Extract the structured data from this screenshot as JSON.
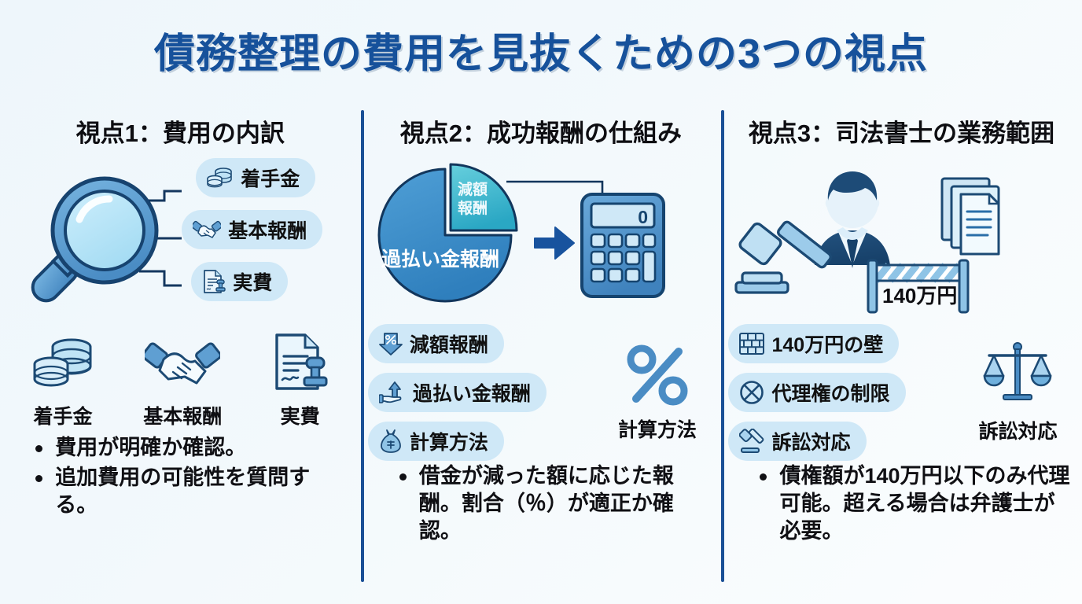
{
  "title": "債務整理の費用を見抜くための3つの視点",
  "theme": {
    "background": "#f2f8fc",
    "title_color": "#16519b",
    "divider_color": "#1a5096",
    "pill_bg": "#cfe8f7",
    "icon_blue": "#4f96cf",
    "icon_dark": "#1c4a74",
    "icon_light": "#bfe3f5",
    "accent_teal": "#3fb9cf"
  },
  "columns": [
    {
      "heading": "視点1：費用の内訳",
      "diagram": {
        "kind": "magnifier-callouts",
        "center_icon": "magnifying-glass-icon",
        "callouts": [
          {
            "label": "着手金",
            "icon": "coins-icon"
          },
          {
            "label": "基本報酬",
            "icon": "handshake-icon"
          },
          {
            "label": "実費",
            "icon": "document-stamp-icon"
          }
        ]
      },
      "icon_row": [
        {
          "label": "着手金",
          "icon": "coins-icon"
        },
        {
          "label": "基本報酬",
          "icon": "handshake-icon"
        },
        {
          "label": "実費",
          "icon": "document-stamp-icon"
        }
      ],
      "bullets": [
        "費用が明確か確認。",
        "追加費用の可能性を質問する。"
      ]
    },
    {
      "heading": "視点2：成功報酬の仕組み",
      "diagram": {
        "kind": "pie-to-calculator",
        "pie_slices": [
          {
            "label": "減額報酬",
            "percent": 25,
            "color": "#3fb9cf",
            "exploded": true
          },
          {
            "label": "過払い金報酬",
            "percent": 75,
            "color": "#3a8fce",
            "exploded": false
          }
        ],
        "arrow": "right-arrow-icon",
        "target_icon": "calculator-icon",
        "calculator_display": "0"
      },
      "pills": [
        {
          "label": "減額報酬",
          "icon": "percent-down-arrow-icon"
        },
        {
          "label": "過払い金報酬",
          "icon": "hand-up-arrow-icon"
        },
        {
          "label": "計算方法",
          "icon": "money-bag-icon"
        }
      ],
      "single_icon": {
        "label": "計算方法",
        "icon": "percent-icon"
      },
      "bullets": [
        "借金が減った額に応じた報酬。割合（％）が適正か確認。"
      ]
    },
    {
      "heading": "視点3：司法書士の業務範囲",
      "diagram": {
        "kind": "scrivener-scene",
        "person_icon": "businessman-icon",
        "gavel_icon": "gavel-icon",
        "documents_icon": "documents-stack-icon",
        "barrier_icon": "barrier-icon",
        "barrier_label": "140万円"
      },
      "pills": [
        {
          "label": "140万円の壁",
          "icon": "brick-wall-icon"
        },
        {
          "label": "代理権の制限",
          "icon": "circle-x-icon"
        },
        {
          "label": "訴訟対応",
          "icon": "gavel-icon"
        }
      ],
      "single_icon": {
        "label": "訴訟対応",
        "icon": "scales-icon"
      },
      "bullets": [
        "債権額が140万円以下のみ代理可能。超える場合は弁護士が必要。"
      ]
    }
  ]
}
